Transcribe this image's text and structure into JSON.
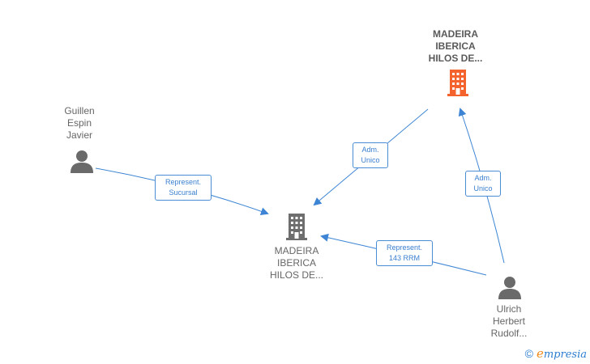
{
  "nodes": {
    "company_top": {
      "lines": [
        "MADEIRA",
        "IBERICA",
        "HILOS DE..."
      ],
      "color": "#f4622e",
      "icon": "building-icon"
    },
    "company_center": {
      "lines": [
        "MADEIRA",
        "IBERICA",
        "HILOS DE..."
      ],
      "color": "#6e6e6e",
      "icon": "building-icon"
    },
    "person_left": {
      "lines": [
        "Guillen",
        "Espin",
        "Javier"
      ],
      "icon": "person-icon"
    },
    "person_right": {
      "lines": [
        "Ulrich",
        "Herbert",
        "Rudolf..."
      ],
      "icon": "person-icon"
    }
  },
  "edges": {
    "left_to_center": {
      "lines": [
        "Represent.",
        "Sucursal"
      ]
    },
    "top_to_center": {
      "lines": [
        "Adm.",
        "Unico"
      ]
    },
    "right_to_top": {
      "lines": [
        "Adm.",
        "Unico"
      ]
    },
    "right_to_center": {
      "lines": [
        "Represent.",
        "143 RRM"
      ]
    }
  },
  "brand": {
    "copyright": "©",
    "first_letter": "e",
    "rest": "mpresia"
  },
  "colors": {
    "edge": "#3d85d4",
    "person": "#6a6a6a"
  }
}
